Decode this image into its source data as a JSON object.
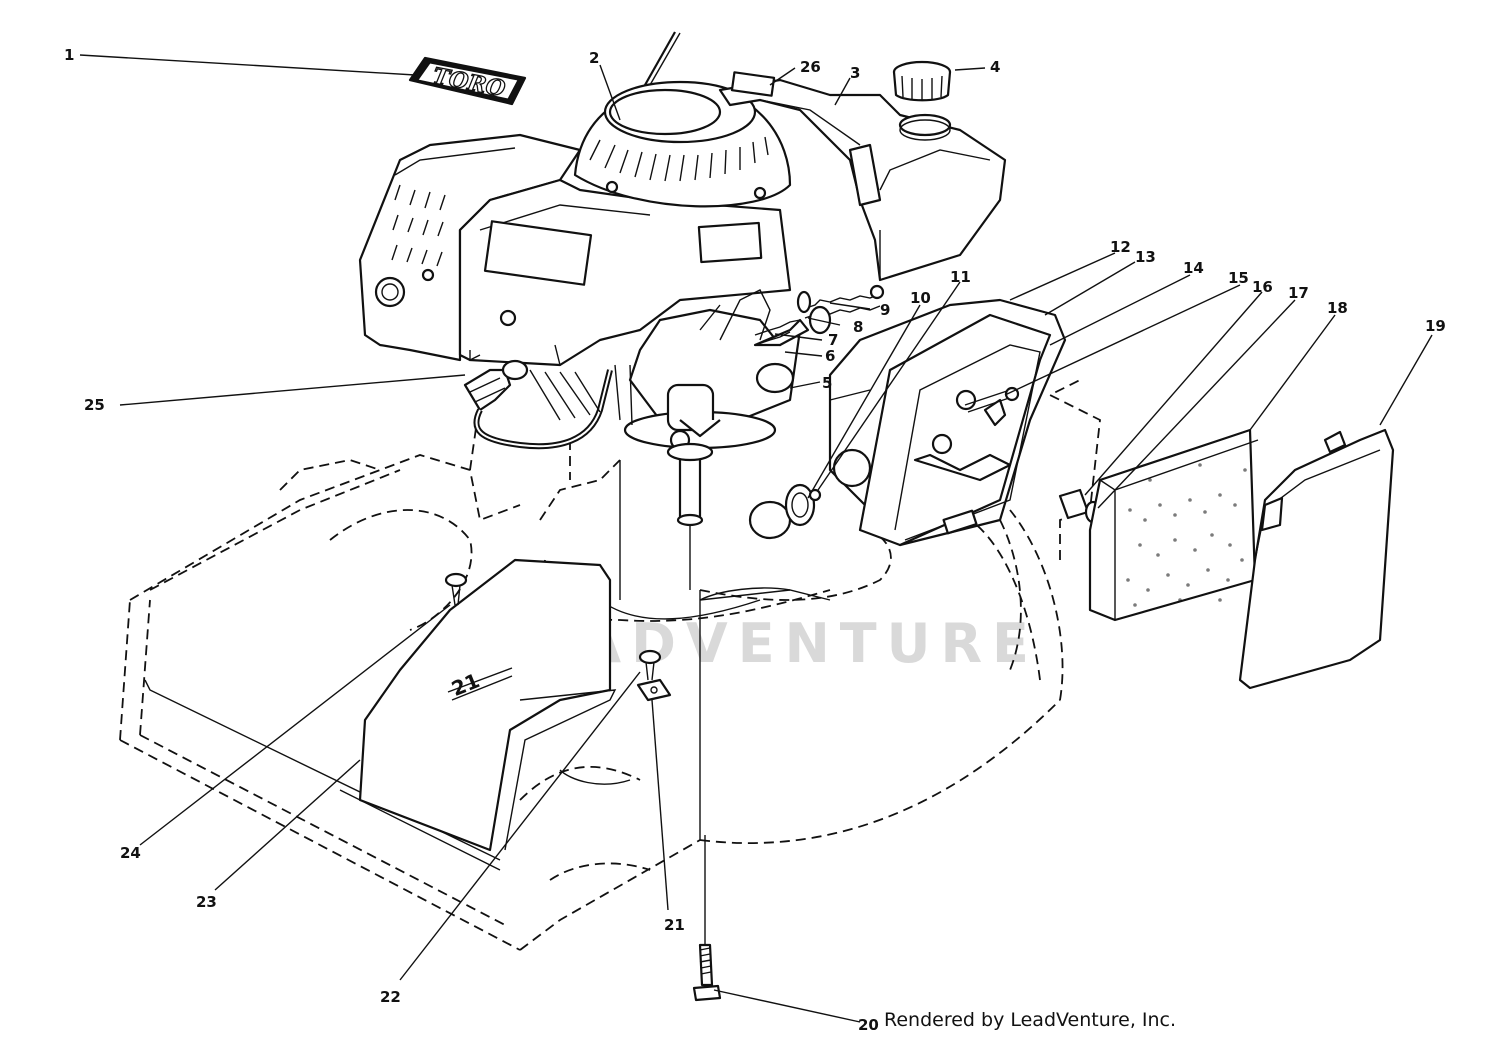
{
  "diagram": {
    "watermark": "LEADVENTURE",
    "credit": "Rendered by LeadVenture, Inc.",
    "logo_text": "TORO",
    "deck_marking": "21",
    "callouts": [
      {
        "id": "1",
        "label": "1"
      },
      {
        "id": "2",
        "label": "2"
      },
      {
        "id": "3",
        "label": "3"
      },
      {
        "id": "4",
        "label": "4"
      },
      {
        "id": "5",
        "label": "5"
      },
      {
        "id": "6",
        "label": "6"
      },
      {
        "id": "7",
        "label": "7"
      },
      {
        "id": "8",
        "label": "8"
      },
      {
        "id": "9",
        "label": "9"
      },
      {
        "id": "10",
        "label": "10"
      },
      {
        "id": "11",
        "label": "11"
      },
      {
        "id": "12",
        "label": "12"
      },
      {
        "id": "13",
        "label": "13"
      },
      {
        "id": "14",
        "label": "14"
      },
      {
        "id": "15",
        "label": "15"
      },
      {
        "id": "16",
        "label": "16"
      },
      {
        "id": "17",
        "label": "17"
      },
      {
        "id": "18",
        "label": "18"
      },
      {
        "id": "19",
        "label": "19"
      },
      {
        "id": "20",
        "label": "20"
      },
      {
        "id": "21",
        "label": "21"
      },
      {
        "id": "22",
        "label": "22"
      },
      {
        "id": "23",
        "label": "23"
      },
      {
        "id": "24",
        "label": "24"
      },
      {
        "id": "25",
        "label": "25"
      },
      {
        "id": "26",
        "label": "26"
      }
    ]
  }
}
